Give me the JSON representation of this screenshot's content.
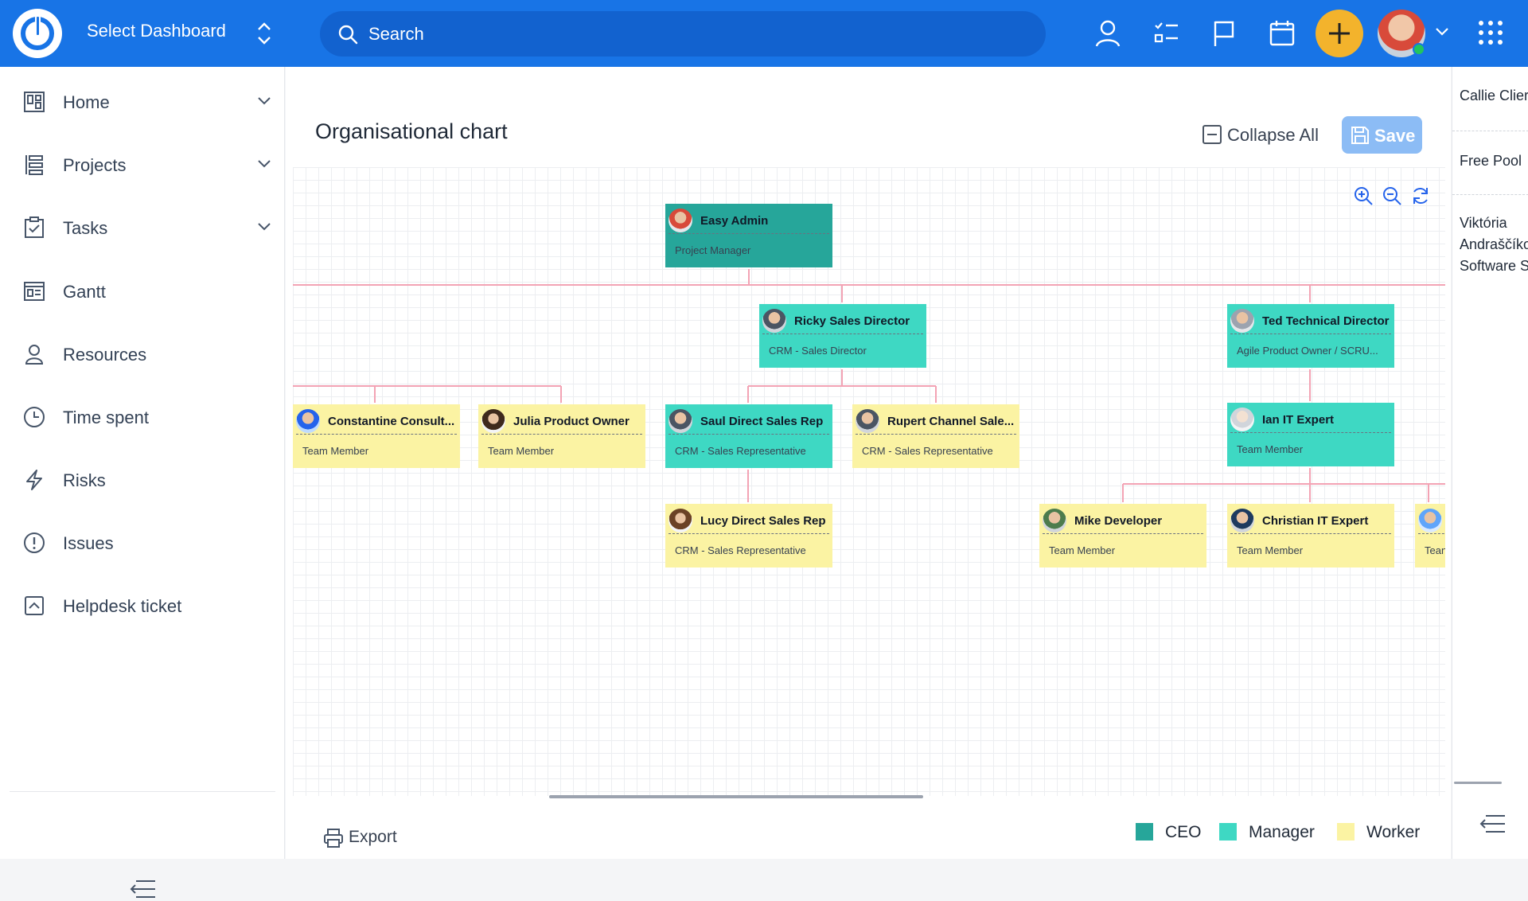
{
  "header": {
    "dashboard_select": "Select Dashboard",
    "search_placeholder": "Search"
  },
  "sidebar": {
    "items": [
      {
        "label": "Home",
        "icon": "home-icon",
        "expandable": true
      },
      {
        "label": "Projects",
        "icon": "projects-icon",
        "expandable": true
      },
      {
        "label": "Tasks",
        "icon": "tasks-icon",
        "expandable": true
      },
      {
        "label": "Gantt",
        "icon": "gantt-icon",
        "expandable": false
      },
      {
        "label": "Resources",
        "icon": "resources-icon",
        "expandable": false
      },
      {
        "label": "Time spent",
        "icon": "clock-icon",
        "expandable": false
      },
      {
        "label": "Risks",
        "icon": "lightning-icon",
        "expandable": false
      },
      {
        "label": "Issues",
        "icon": "alert-icon",
        "expandable": false
      },
      {
        "label": "Helpdesk ticket",
        "icon": "helpdesk-icon",
        "expandable": false
      }
    ]
  },
  "main": {
    "title": "Organisational chart",
    "collapse_all": "Collapse All",
    "save": "Save",
    "export": "Export"
  },
  "org": {
    "nodes": [
      {
        "name": "Easy Admin",
        "role": "Project Manager",
        "level": "ceo"
      },
      {
        "name": "Ricky Sales Director",
        "role": "CRM - Sales Director",
        "level": "manager"
      },
      {
        "name": "Ted Technical Director",
        "role": "Agile Product Owner / SCRU...",
        "level": "manager"
      },
      {
        "name": "Constantine Consult...",
        "role": "Team Member",
        "level": "worker"
      },
      {
        "name": "Julia Product Owner",
        "role": "Team Member",
        "level": "worker"
      },
      {
        "name": "Saul Direct Sales Rep",
        "role": "CRM - Sales Representative",
        "level": "manager"
      },
      {
        "name": "Rupert Channel Sale...",
        "role": "CRM - Sales Representative",
        "level": "worker"
      },
      {
        "name": "Ian IT Expert",
        "role": "Team Member",
        "level": "manager"
      },
      {
        "name": "Lucy Direct Sales Rep",
        "role": "CRM - Sales Representative",
        "level": "worker"
      },
      {
        "name": "Mike Developer",
        "role": "Team Member",
        "level": "worker"
      },
      {
        "name": "Christian IT Expert",
        "role": "Team Member",
        "level": "worker"
      },
      {
        "name": "",
        "role": "Tean",
        "level": "worker"
      }
    ]
  },
  "legend": [
    {
      "label": "CEO",
      "color": "#26a69a"
    },
    {
      "label": "Manager",
      "color": "#3ed8c3"
    },
    {
      "label": "Worker",
      "color": "#fbf3a3"
    }
  ],
  "right_panel": {
    "items": [
      "Callie Clier",
      "Free Pool",
      "Viktória",
      "Andraščíko",
      "Software S"
    ]
  },
  "colors": {
    "topbar": "#1874e6",
    "accent_plus": "#f3b32c",
    "connector": "#f3a3b4"
  }
}
